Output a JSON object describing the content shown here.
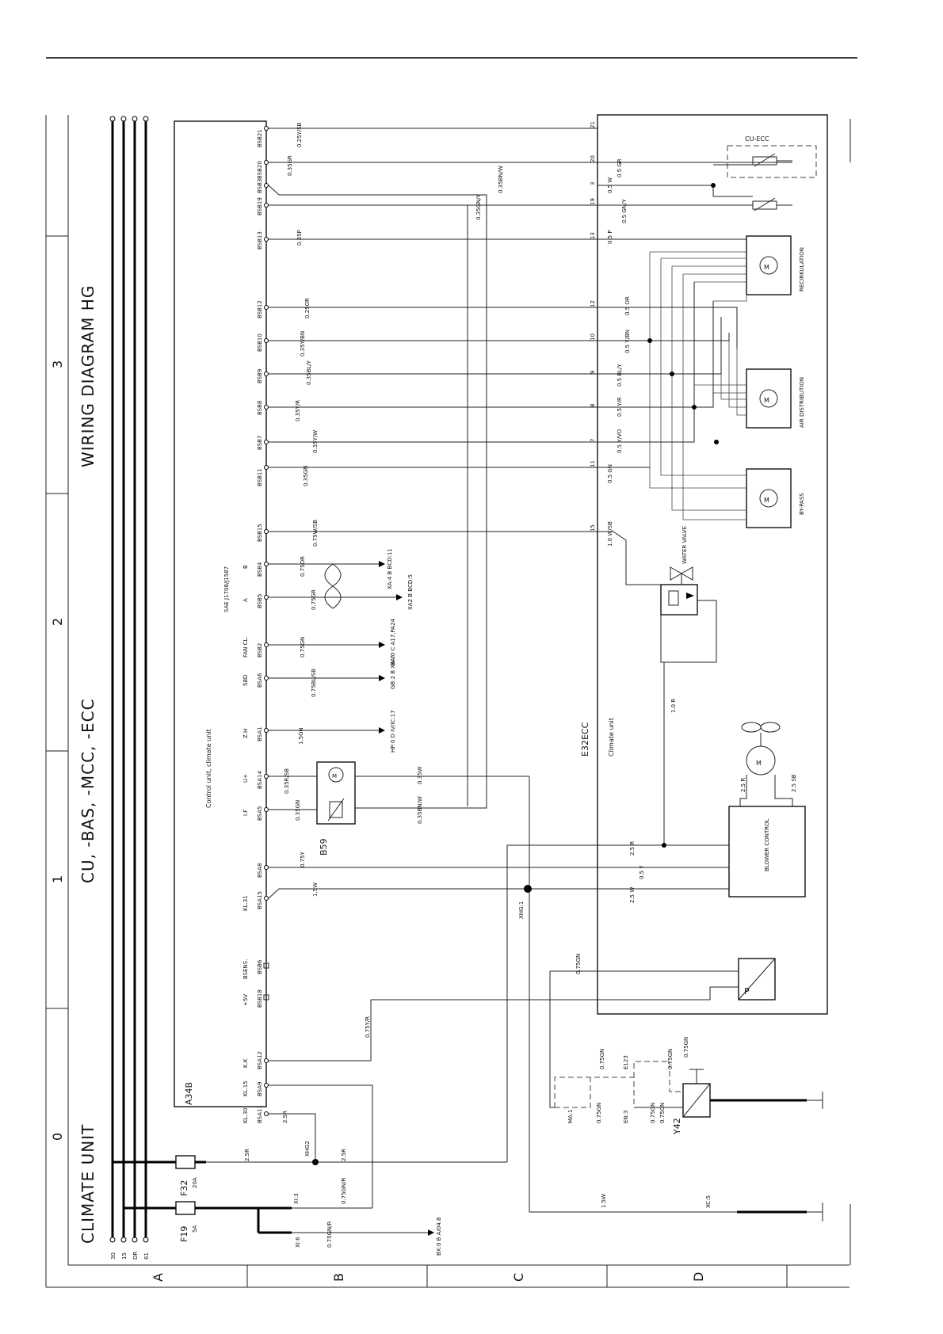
{
  "titles": {
    "section": "CLIMATE UNIT",
    "systems": "CU, -BAS, -MCC, -ECC",
    "diagram": "WIRING DIAGRAM HG"
  },
  "grid": {
    "columns": [
      "0",
      "1",
      "2",
      "3"
    ],
    "rows": [
      "A",
      "B",
      "C",
      "D"
    ]
  },
  "supply_rails": [
    "30",
    "15",
    "DR",
    "61"
  ],
  "components": {
    "a34b": {
      "id": "A34B",
      "name": "Control unit, climate unit"
    },
    "e32ecc": {
      "id": "E32ECC",
      "name": "Climate unit"
    },
    "cu_ecc": "CU-ECC",
    "b59": "B59",
    "y42": "Y42",
    "f19": {
      "id": "F19",
      "rating": "5A"
    },
    "f32": {
      "id": "F32",
      "rating": "20A"
    },
    "recirc": "RECIRKULATION",
    "air_dist": "AIR DISTRIBUTION",
    "bypass": "BY-PASS",
    "water_valve": "WATER VALVE",
    "blower": "BLOWER CONTROL",
    "sensor": "P"
  },
  "std_label": "SAE J1708/J1587",
  "upper_pins": [
    {
      "pin": "BSB21",
      "fn": "",
      "wire": "0.25Y/SB",
      "ecc": "21",
      "ew": ""
    },
    {
      "pin": "BSB20",
      "fn": "",
      "wire": "0.35GR",
      "ecc": "20",
      "ew": "0.5 GR"
    },
    {
      "pin": "BSB3",
      "fn": "",
      "wire": "0.35BN/W",
      "ecc": "3",
      "ew": "0.5 W"
    },
    {
      "pin": "BSB19",
      "fn": "",
      "wire": "0.35GN/Y",
      "ecc": "19",
      "ew": "0.5 GN/Y"
    },
    {
      "pin": "BSB13",
      "fn": "",
      "wire": "0.35P",
      "ecc": "13",
      "ew": "0.5 P"
    },
    {
      "pin": "BSB12",
      "fn": "",
      "wire": "0.25OR",
      "ecc": "12",
      "ew": "0.5 OR"
    },
    {
      "pin": "BSB10",
      "fn": "",
      "wire": "0.35Y/BN",
      "ecc": "10",
      "ew": "0.5 Y/BN"
    },
    {
      "pin": "BSB9",
      "fn": "",
      "wire": "0.35BL/Y",
      "ecc": "9",
      "ew": "0.5 BL/Y"
    },
    {
      "pin": "BSB8",
      "fn": "",
      "wire": "0.35Y/R",
      "ecc": "8",
      "ew": "0.5 Y/R"
    },
    {
      "pin": "BSB7",
      "fn": "",
      "wire": "0.35Y/W",
      "ecc": "7",
      "ew": "0.5 Y/VO"
    },
    {
      "pin": "BSB11",
      "fn": "",
      "wire": "0.35GN",
      "ecc": "11",
      "ew": "0.5 GN"
    },
    {
      "pin": "BSB15",
      "fn": "",
      "wire": "0.75W/SB",
      "ecc": "15",
      "ew": "1.0 W/SB"
    }
  ],
  "mid_pins": [
    {
      "pin": "BSB4",
      "fn": "B",
      "wire": "0.75OR",
      "dest": "XA:4 B BCD:11"
    },
    {
      "pin": "BSB5",
      "fn": "A",
      "wire": "0.75GR",
      "dest": "XA2 B BCD:5"
    },
    {
      "pin": "BSB2",
      "fn": "FAN CL.",
      "wire": "0.75GN",
      "dest": "BA:0 C A17,PA24"
    },
    {
      "pin": "BSA6",
      "fn": "58D",
      "wire": "0.75BL/SB",
      "dest": "GB:2 B XA:7"
    },
    {
      "pin": "BSA1",
      "fn": "Z.H",
      "wire": "1.5GN",
      "dest": "HP:0 D IV/IC:17"
    },
    {
      "pin": "BSA14",
      "fn": "U+",
      "wire": "0.35R/SB",
      "dest": ""
    },
    {
      "pin": "BSA5",
      "fn": "I.F",
      "wire": "0.35GN",
      "dest": ""
    }
  ],
  "lower_pins": [
    {
      "pin": "BSA8",
      "fn": "",
      "wire": "0.75Y"
    },
    {
      "pin": "BSA15",
      "fn": "KL.31",
      "wire": "1.5W"
    },
    {
      "pin": "BSB6",
      "fn": "BSENS.",
      "wire": ""
    },
    {
      "pin": "BSB18",
      "fn": "+5V",
      "wire": ""
    },
    {
      "pin": "BSA12",
      "fn": "K.K",
      "wire": "0.75Y/R"
    },
    {
      "pin": "BSA9",
      "fn": "KL.15",
      "wire": ""
    },
    {
      "pin": "BSA11",
      "fn": "KL.30",
      "wire": "2.5R"
    }
  ],
  "wires": {
    "b59_out1": "0.35W",
    "b59_out2": "0.35BN/W",
    "blower_6": "2.5 R",
    "blower_5": "0.5 Y",
    "blower_4": "2.5 W",
    "motor_pos": "2.5 R",
    "motor_neg": "2.5 SB",
    "valve_feed": "1.0 R",
    "sensor": "0.75GN",
    "fuse32": "2.5R",
    "fuse32b": "2.5R",
    "xi3": "0.75GN/R",
    "xi6": "0.75GN/R",
    "xc5": "1.5W",
    "ma1": "0.75GN",
    "en3": "0.75GN",
    "e123": "0.75GN",
    "e123b": "0.75GN",
    "y42w": "0.75GN",
    "y42top": "0.75GN"
  },
  "connectors": {
    "xhg1": "XHG:1",
    "xhg2": "XHG2",
    "xi3": "XI:3",
    "xi6": "XI:6",
    "xc5": "XC:5",
    "ma1": "MA:1",
    "en3": "EN:3",
    "e123": "E123",
    "bx": "BX:0 B A/04.8"
  }
}
